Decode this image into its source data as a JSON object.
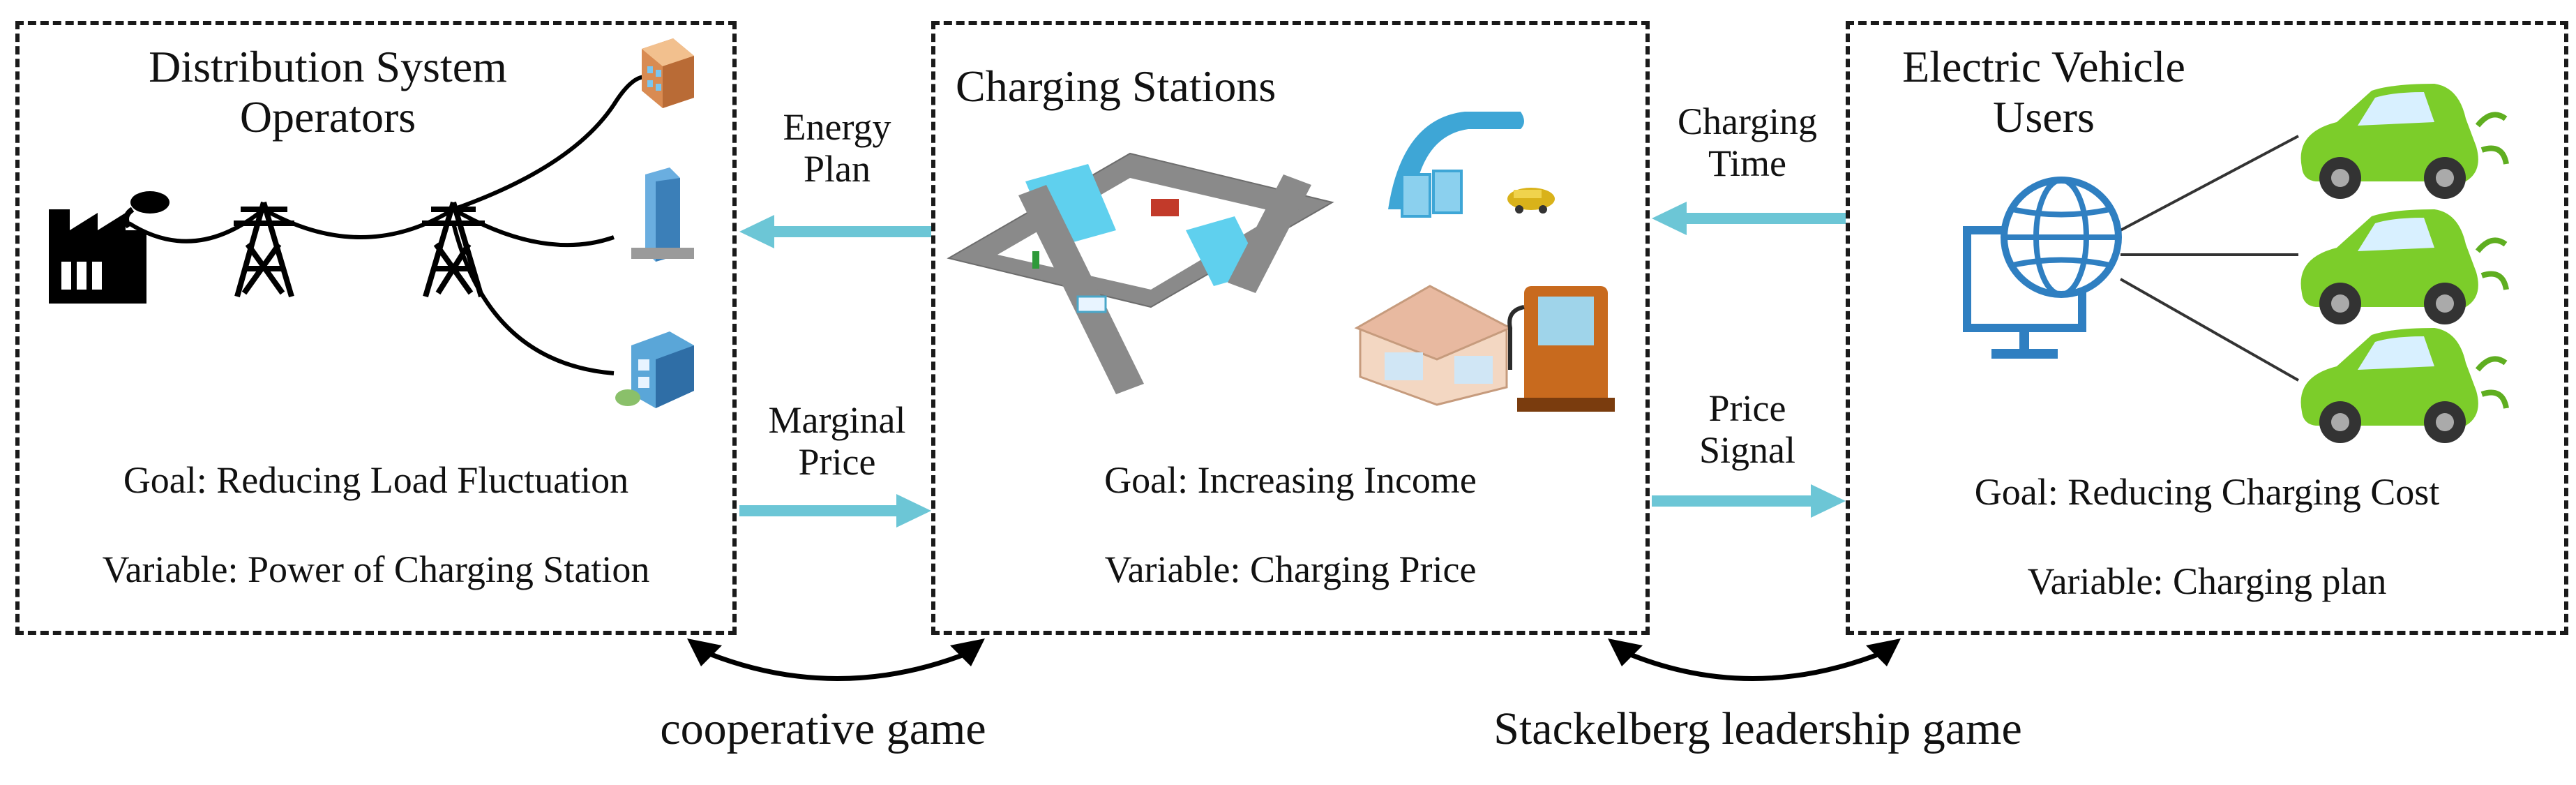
{
  "diagram": {
    "dso": {
      "title_line1": "Distribution System",
      "title_line2": "Operators",
      "goal": "Goal: Reducing Load Fluctuation",
      "variable": "Variable: Power of Charging Station"
    },
    "cs": {
      "title": "Charging Stations",
      "goal": "Goal: Increasing Income",
      "variable": "Variable: Charging Price"
    },
    "ev": {
      "title_line1": "Electric Vehicle",
      "title_line2": "Users",
      "goal": "Goal: Reducing Charging Cost",
      "variable": "Variable: Charging plan"
    },
    "arrows": {
      "energy_plan_1": "Energy",
      "energy_plan_2": "Plan",
      "marginal_price_1": "Marginal",
      "marginal_price_2": "Price",
      "charging_time_1": "Charging",
      "charging_time_2": "Time",
      "price_signal_1": "Price",
      "price_signal_2": "Signal"
    },
    "games": {
      "cooperative": "cooperative game",
      "stackelberg": "Stackelberg leadership game"
    },
    "colors": {
      "flow_arrow": "#6cc6d6",
      "car_body": "#7ccd2a",
      "globe_icon": "#2f7fc1",
      "building_blue": "#6aaee0"
    }
  }
}
